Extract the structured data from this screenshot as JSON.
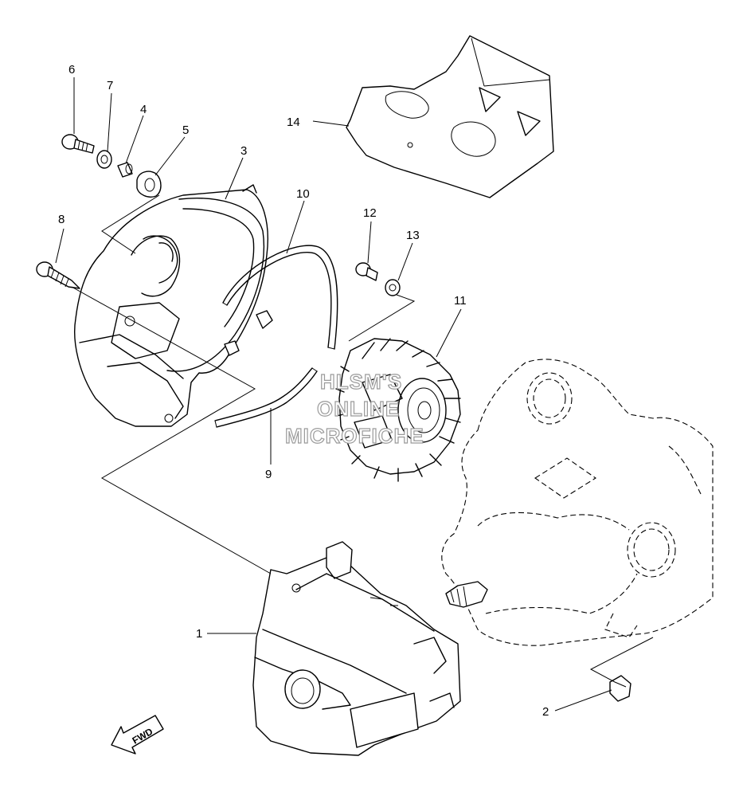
{
  "diagram": {
    "callouts": [
      {
        "id": "c1",
        "label": "1"
      },
      {
        "id": "c2",
        "label": "2"
      },
      {
        "id": "c3",
        "label": "3"
      },
      {
        "id": "c4",
        "label": "4"
      },
      {
        "id": "c5",
        "label": "5"
      },
      {
        "id": "c6",
        "label": "6"
      },
      {
        "id": "c7",
        "label": "7"
      },
      {
        "id": "c8",
        "label": "8"
      },
      {
        "id": "c9",
        "label": "9"
      },
      {
        "id": "c10",
        "label": "10"
      },
      {
        "id": "c11",
        "label": "11"
      },
      {
        "id": "c12",
        "label": "12"
      },
      {
        "id": "c13",
        "label": "13"
      },
      {
        "id": "c14",
        "label": "14"
      }
    ],
    "fwd_label": "FWD",
    "watermark": [
      "HLSM'S",
      "ONLINE",
      "MICROFICHE"
    ]
  }
}
